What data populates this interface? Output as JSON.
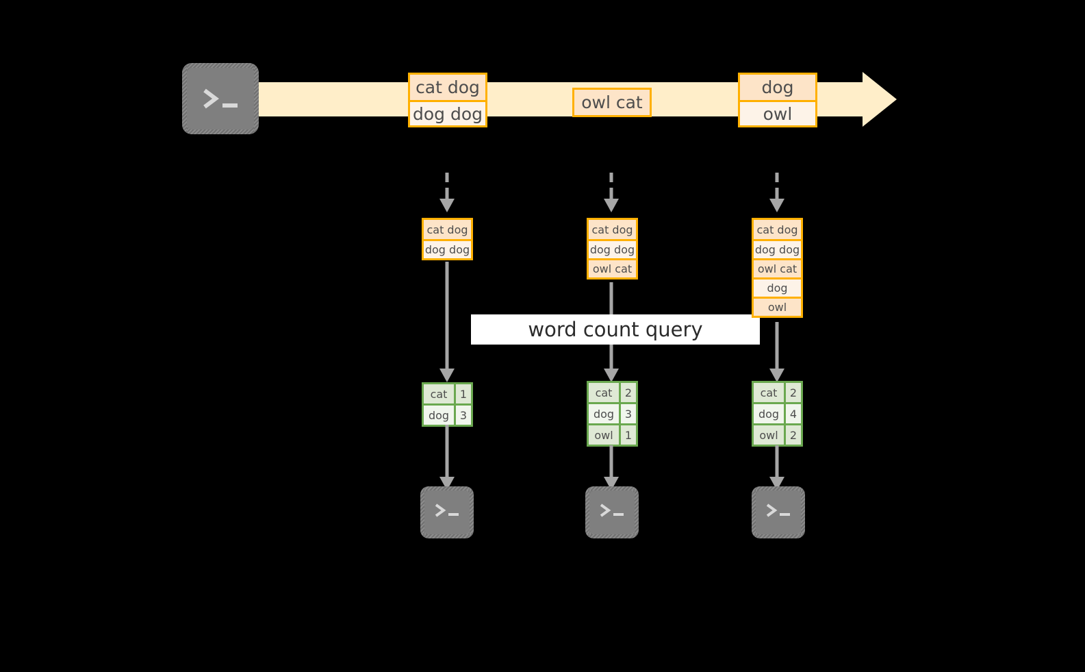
{
  "diagram": {
    "title_label": "word count query",
    "colors": {
      "stream_fill": "#ffeec9",
      "record_border": "#ffb000",
      "record_fill_dark": "#fde4c8",
      "record_fill_light": "#fdf3e8",
      "result_border": "#6aa84f",
      "result_fill_dark": "#dfe9d5",
      "result_fill_light": "#f1f6ed",
      "arrow_gray": "#a6a6a6",
      "terminal_gray": "#7f7f7f",
      "background": "#000000",
      "banner_fill": "#ffffff"
    },
    "source": {
      "icon": "terminal-icon"
    },
    "stream": {
      "icon": "right-arrow-icon",
      "groups": [
        {
          "name": "stream-group-1",
          "records": [
            "cat dog",
            "dog dog"
          ]
        },
        {
          "name": "stream-group-2",
          "records": [
            "owl cat"
          ]
        },
        {
          "name": "stream-group-3",
          "records": [
            "dog",
            "owl"
          ]
        }
      ]
    },
    "columns": [
      {
        "name": "snapshot-1",
        "accumulated": [
          "cat dog",
          "dog dog"
        ],
        "results": [
          {
            "word": "cat",
            "count": "1"
          },
          {
            "word": "dog",
            "count": "3"
          }
        ],
        "sink_icon": "terminal-icon"
      },
      {
        "name": "snapshot-2",
        "accumulated": [
          "cat dog",
          "dog dog",
          "owl cat"
        ],
        "results": [
          {
            "word": "cat",
            "count": "2"
          },
          {
            "word": "dog",
            "count": "3"
          },
          {
            "word": "owl",
            "count": "1"
          }
        ],
        "sink_icon": "terminal-icon"
      },
      {
        "name": "snapshot-3",
        "accumulated": [
          "cat dog",
          "dog dog",
          "owl cat",
          "dog",
          "owl"
        ],
        "results": [
          {
            "word": "cat",
            "count": "2"
          },
          {
            "word": "dog",
            "count": "4"
          },
          {
            "word": "owl",
            "count": "2"
          }
        ],
        "sink_icon": "terminal-icon"
      }
    ]
  }
}
